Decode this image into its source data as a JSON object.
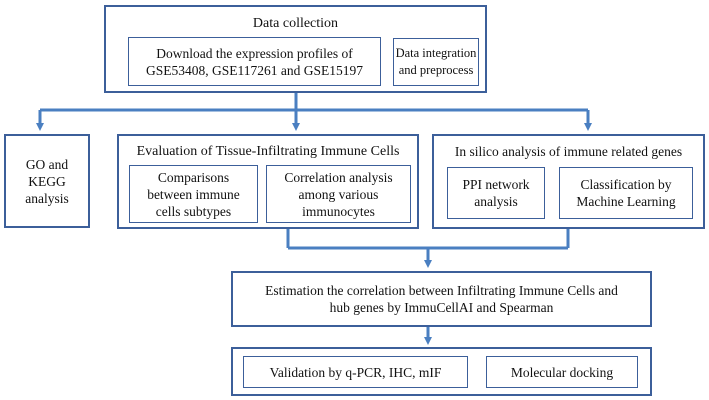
{
  "colors": {
    "border": "#3c5f9a",
    "arrow": "#4a7fc1",
    "text": "#111111",
    "background": "#ffffff"
  },
  "data_collection": {
    "title": "Data collection",
    "download": "Download the expression profiles of\nGSE53408, GSE117261 and GSE15197",
    "integration": "Data integration\nand preprocess"
  },
  "go_kegg": "GO and\nKEGG\nanalysis",
  "evaluation": {
    "title": "Evaluation  of Tissue-Infiltrating Immune Cells",
    "comparisons": "Comparisons\nbetween immune\ncells subtypes",
    "correlation": "Correlation analysis\namong various\nimmunocytes"
  },
  "in_silico": {
    "title": "In silico analysis of immune related genes",
    "ppi": "PPI network\nanalysis",
    "classification": "Classification by\nMachine Learning"
  },
  "estimation": "Estimation the correlation between Infiltrating Immune Cells and\nhub genes by ImmuCellAI and Spearman",
  "validation": {
    "qpcr": "Validation by q-PCR, IHC, mIF",
    "docking": "Molecular docking"
  }
}
